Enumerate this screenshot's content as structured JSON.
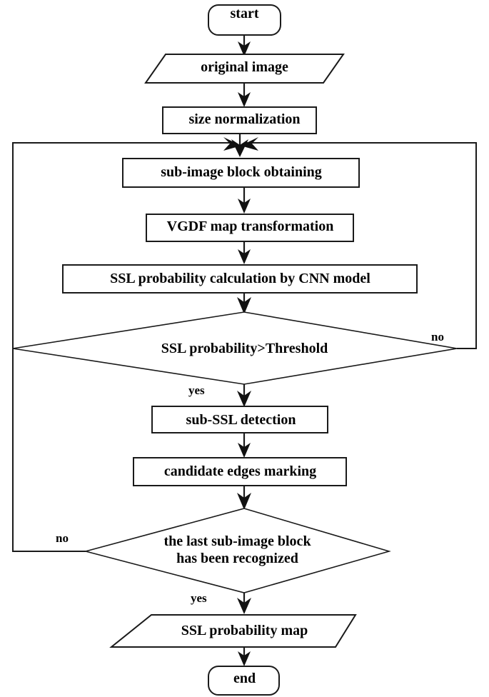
{
  "diagram": {
    "title": "SSL detection flowchart",
    "background_color": "#ffffff",
    "line_color": "#1a1a1a",
    "text_color": "#000000",
    "nodes": {
      "start": {
        "label": "start",
        "shape": "terminator"
      },
      "original_image": {
        "label": "original image",
        "shape": "parallelogram"
      },
      "size_normalization": {
        "label": "size normalization",
        "shape": "process"
      },
      "sub_image_block": {
        "label": "sub-image block obtaining",
        "shape": "process"
      },
      "vgdf_map": {
        "label": "VGDF map transformation",
        "shape": "process"
      },
      "ssl_calc": {
        "label": "SSL probability calculation by CNN model",
        "shape": "process"
      },
      "decision_threshold": {
        "label": "SSL probability>Threshold",
        "shape": "decision"
      },
      "sub_ssl_detection": {
        "label": "sub-SSL detection",
        "shape": "process"
      },
      "candidate_edges": {
        "label": "candidate edges marking",
        "shape": "process"
      },
      "decision_last_block": {
        "label": "the last sub-image block has been recognized",
        "line1": "the last sub-image block",
        "line2": "has been recognized",
        "shape": "decision"
      },
      "ssl_probability_map": {
        "label": "SSL probability map",
        "shape": "parallelogram"
      },
      "end": {
        "label": "end",
        "shape": "terminator"
      }
    },
    "edge_labels": {
      "threshold_no": "no",
      "threshold_yes": "yes",
      "last_block_no": "no",
      "last_block_yes": "yes"
    }
  }
}
